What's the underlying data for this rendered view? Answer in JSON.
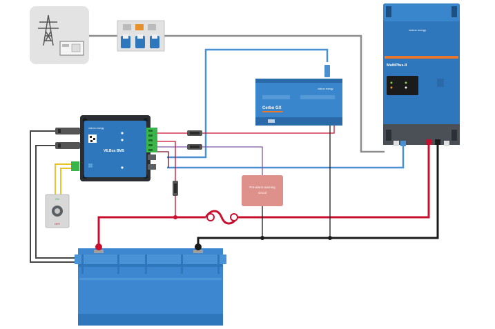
{
  "inverter": {
    "brand": "victron energy",
    "model": "MultiPlus-II"
  },
  "cerbo": {
    "brand": "victron energy",
    "title": "Cerbo GX"
  },
  "bms": {
    "brand": "victron energy",
    "title": "VE.Bus BMS"
  },
  "prealarm": {
    "line1": "Pre-alarm warning",
    "line2": "circuit"
  },
  "switch": {
    "on_label": "ON",
    "off_label": "OFF"
  },
  "colors": {
    "dc_positive": "#c8102e",
    "dc_negative": "#1a1a1a",
    "ve_bus": "#4a90d0",
    "ac_line": "#8c8c8c",
    "device_blue": "#2f77bd",
    "alarm_box": "#de918a"
  }
}
